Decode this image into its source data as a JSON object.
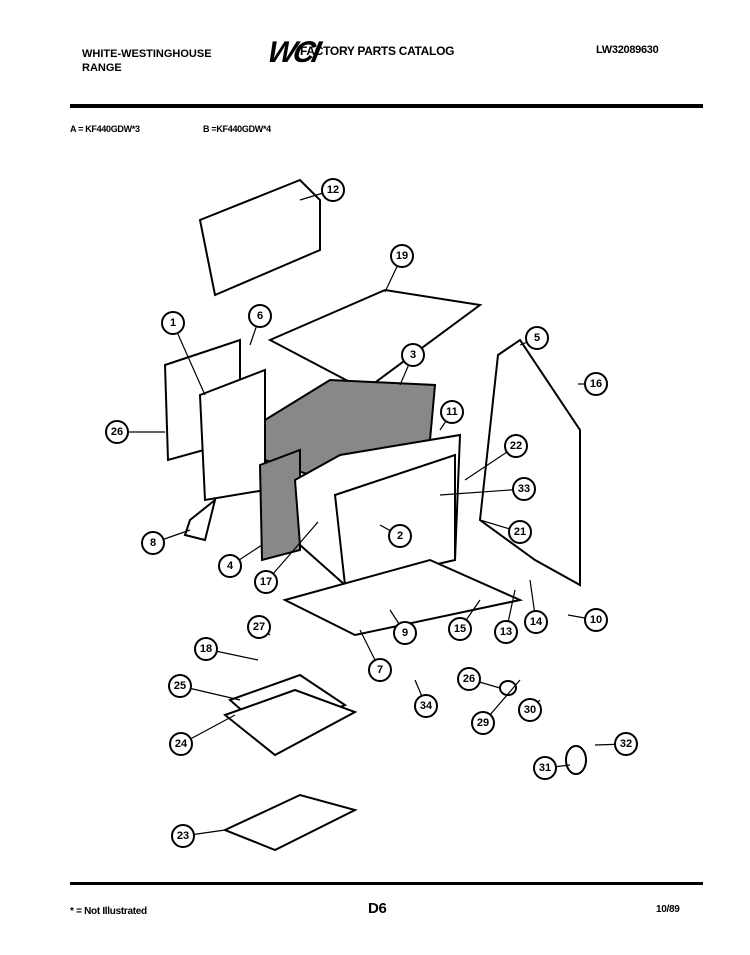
{
  "header": {
    "brand": "WHITE-WESTINGHOUSE",
    "product": "RANGE",
    "logo": "WCI",
    "catalog_title": "FACTORY PARTS CATALOG",
    "catalog_code": "LW32089630"
  },
  "models": {
    "a": "A = KF440GDW*3",
    "b": "B =KF440GDW*4"
  },
  "callouts": [
    "12",
    "19",
    "1",
    "6",
    "5",
    "3",
    "16",
    "11",
    "26",
    "22",
    "33",
    "8",
    "2",
    "21",
    "4",
    "17",
    "27",
    "18",
    "9",
    "15",
    "13",
    "14",
    "10",
    "7",
    "26",
    "25",
    "34",
    "29",
    "30",
    "24",
    "32",
    "23",
    "31"
  ],
  "footer": {
    "note": "* = Not Illustrated",
    "page": "D6",
    "date": "10/89"
  }
}
